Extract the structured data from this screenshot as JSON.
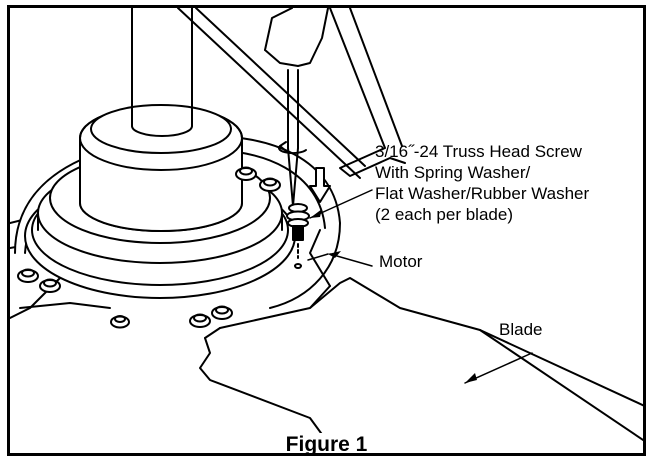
{
  "callouts": {
    "screw": {
      "line1": "3/16˝-24 Truss Head Screw",
      "line2": "With Spring Washer/",
      "line3": "Flat Washer/Rubber Washer",
      "line4": "(2 each per blade)"
    },
    "motor": "Motor",
    "blade": "Blade"
  },
  "figure_title": "Figure 1"
}
